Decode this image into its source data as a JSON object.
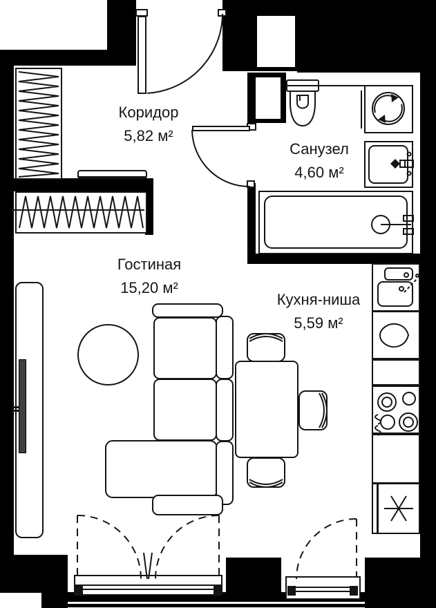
{
  "plan": {
    "title": "apartment-floor-plan",
    "rooms": [
      {
        "id": "corridor",
        "name": "Коридор",
        "area": "5,82 м²"
      },
      {
        "id": "bathroom",
        "name": "Санузел",
        "area": "4,60 м²"
      },
      {
        "id": "living",
        "name": "Гостиная",
        "area": "15,20 м²"
      },
      {
        "id": "kitchen",
        "name": "Кухня-ниша",
        "area": "5,59 м²"
      }
    ],
    "colors": {
      "wall": "#000000",
      "line": "#141414",
      "background": "#ffffff"
    },
    "fixtures": [
      "entrance-door",
      "bathroom-door",
      "wardrobe-shelves",
      "coat-closet",
      "bench",
      "tv-unit",
      "tv",
      "round-table",
      "sofa",
      "chaise",
      "dining-table",
      "chair",
      "toilet",
      "washing-machine",
      "bathroom-sink",
      "bathtub",
      "shower-mixer",
      "kitchen-sink",
      "kitchen-faucet",
      "hob",
      "fridge",
      "balcony-door",
      "window"
    ]
  }
}
